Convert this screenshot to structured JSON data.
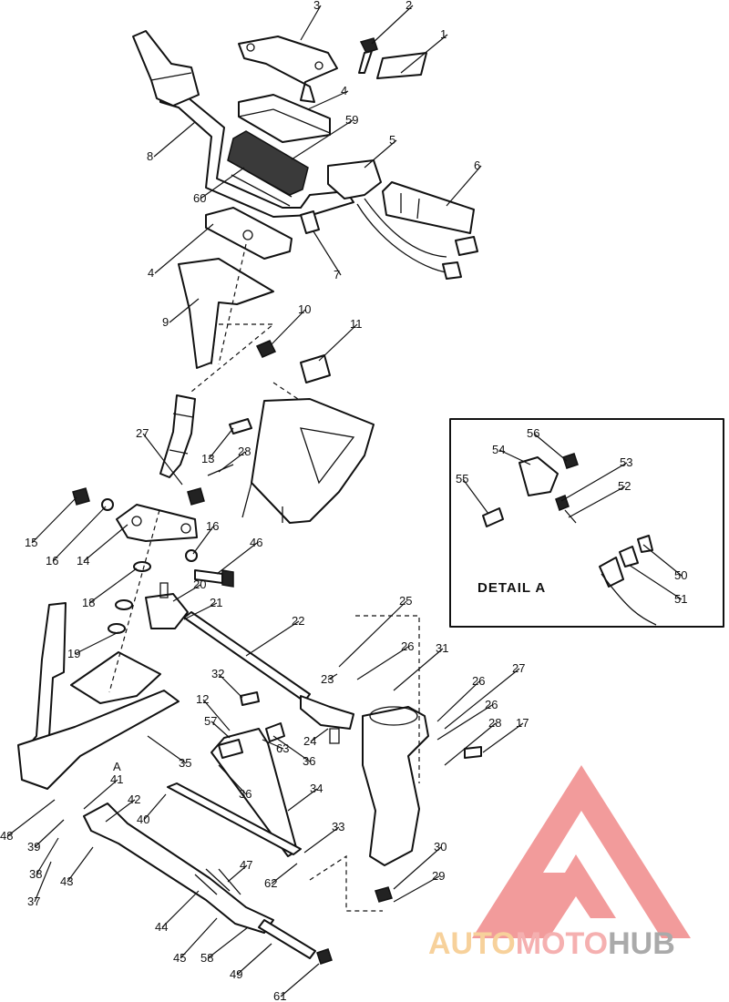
{
  "callouts": [
    "1",
    "2",
    "3",
    "4",
    "5",
    "6",
    "7",
    "8",
    "9",
    "10",
    "11",
    "12",
    "13",
    "14",
    "15",
    "16",
    "17",
    "18",
    "19",
    "20",
    "21",
    "22",
    "23",
    "24",
    "25",
    "26",
    "27",
    "28",
    "29",
    "30",
    "31",
    "32",
    "33",
    "34",
    "35",
    "36",
    "37",
    "38",
    "39",
    "40",
    "41",
    "42",
    "43",
    "44",
    "45",
    "46",
    "47",
    "48",
    "49",
    "50",
    "51",
    "52",
    "53",
    "54",
    "55",
    "56",
    "57",
    "58",
    "59",
    "60",
    "61",
    "62",
    "63"
  ],
  "detail": {
    "title": "DETAIL A",
    "marker": "A",
    "callouts": [
      "50",
      "51",
      "52",
      "53",
      "54",
      "55",
      "56"
    ]
  },
  "watermark": {
    "part1": "AUTO",
    "part2": "MOTO",
    "part3": "HUB",
    "colors": {
      "triangle": "#f08a8a",
      "auto": "#f6c98a",
      "moto": "#f4a3a3",
      "hub": "#9c9c9c"
    }
  }
}
